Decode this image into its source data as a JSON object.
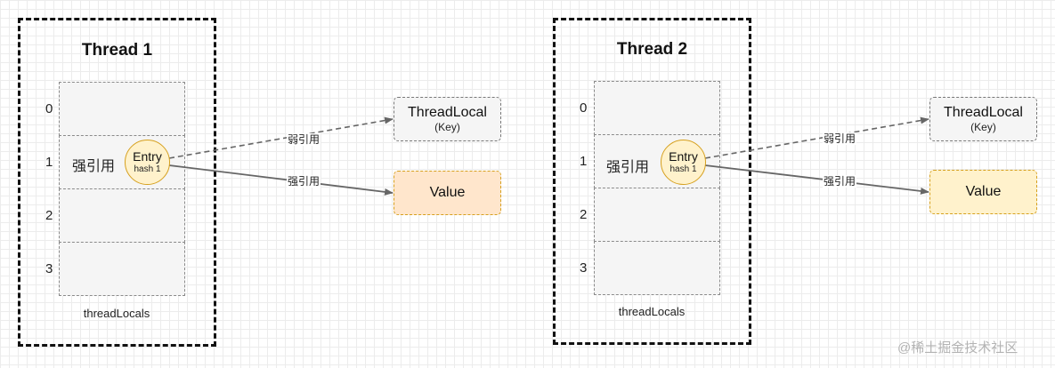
{
  "threads": [
    {
      "title": "Thread 1",
      "indices": [
        "0",
        "1",
        "2",
        "3"
      ],
      "caption": "threadLocals",
      "strong_ref_label": "强引用",
      "entry": {
        "title": "Entry",
        "hash": "hash 1"
      },
      "threadlocal": {
        "title": "ThreadLocal",
        "subtitle": "(Key)"
      },
      "value": {
        "label": "Value",
        "color": "#ffe6cc"
      },
      "weak_edge_label": "弱引用",
      "strong_edge_label": "强引用"
    },
    {
      "title": "Thread 2",
      "indices": [
        "0",
        "1",
        "2",
        "3"
      ],
      "caption": "threadLocals",
      "strong_ref_label": "强引用",
      "entry": {
        "title": "Entry",
        "hash": "hash 1"
      },
      "threadlocal": {
        "title": "ThreadLocal",
        "subtitle": "(Key)"
      },
      "value": {
        "label": "Value",
        "color": "#fff2cc"
      },
      "weak_edge_label": "弱引用",
      "strong_edge_label": "强引用"
    }
  ],
  "watermark": "@稀土掘金技术社区",
  "colors": {
    "edge": "#666666",
    "entry_fill": "#fff2cc",
    "entry_stroke": "#d6a01e",
    "slot_fill": "#f5f5f5"
  }
}
